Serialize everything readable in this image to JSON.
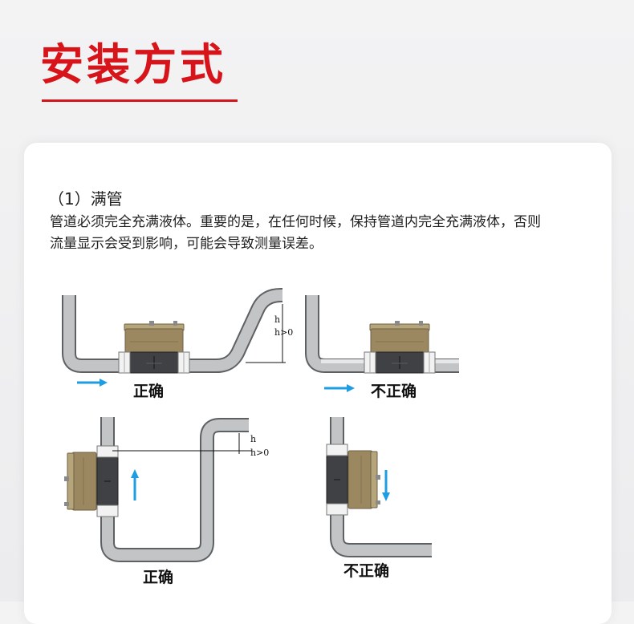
{
  "page": {
    "title": "安装方式",
    "accent_color": "#d7141a"
  },
  "section": {
    "heading": "（1）满管",
    "description": "管道必须完全充满液体。重要的是，在任何时候，保持管道内完全充满液体，否则流量显示会受到影响，可能会导致测量误差。"
  },
  "diagrams": {
    "top_left": {
      "label": "正确",
      "h_label": "h",
      "h_condition": "h>0"
    },
    "top_right": {
      "label": "不正确"
    },
    "bottom_left": {
      "label": "正确",
      "h_label": "h",
      "h_condition": "h>0"
    },
    "bottom_right": {
      "label": "不正确"
    }
  },
  "colors": {
    "pipe_fill": "#c2c4c6",
    "pipe_edge": "#5e6164",
    "meter_head": "#9b8760",
    "meter_body": "#3f4144",
    "arrow": "#1e9de3"
  }
}
